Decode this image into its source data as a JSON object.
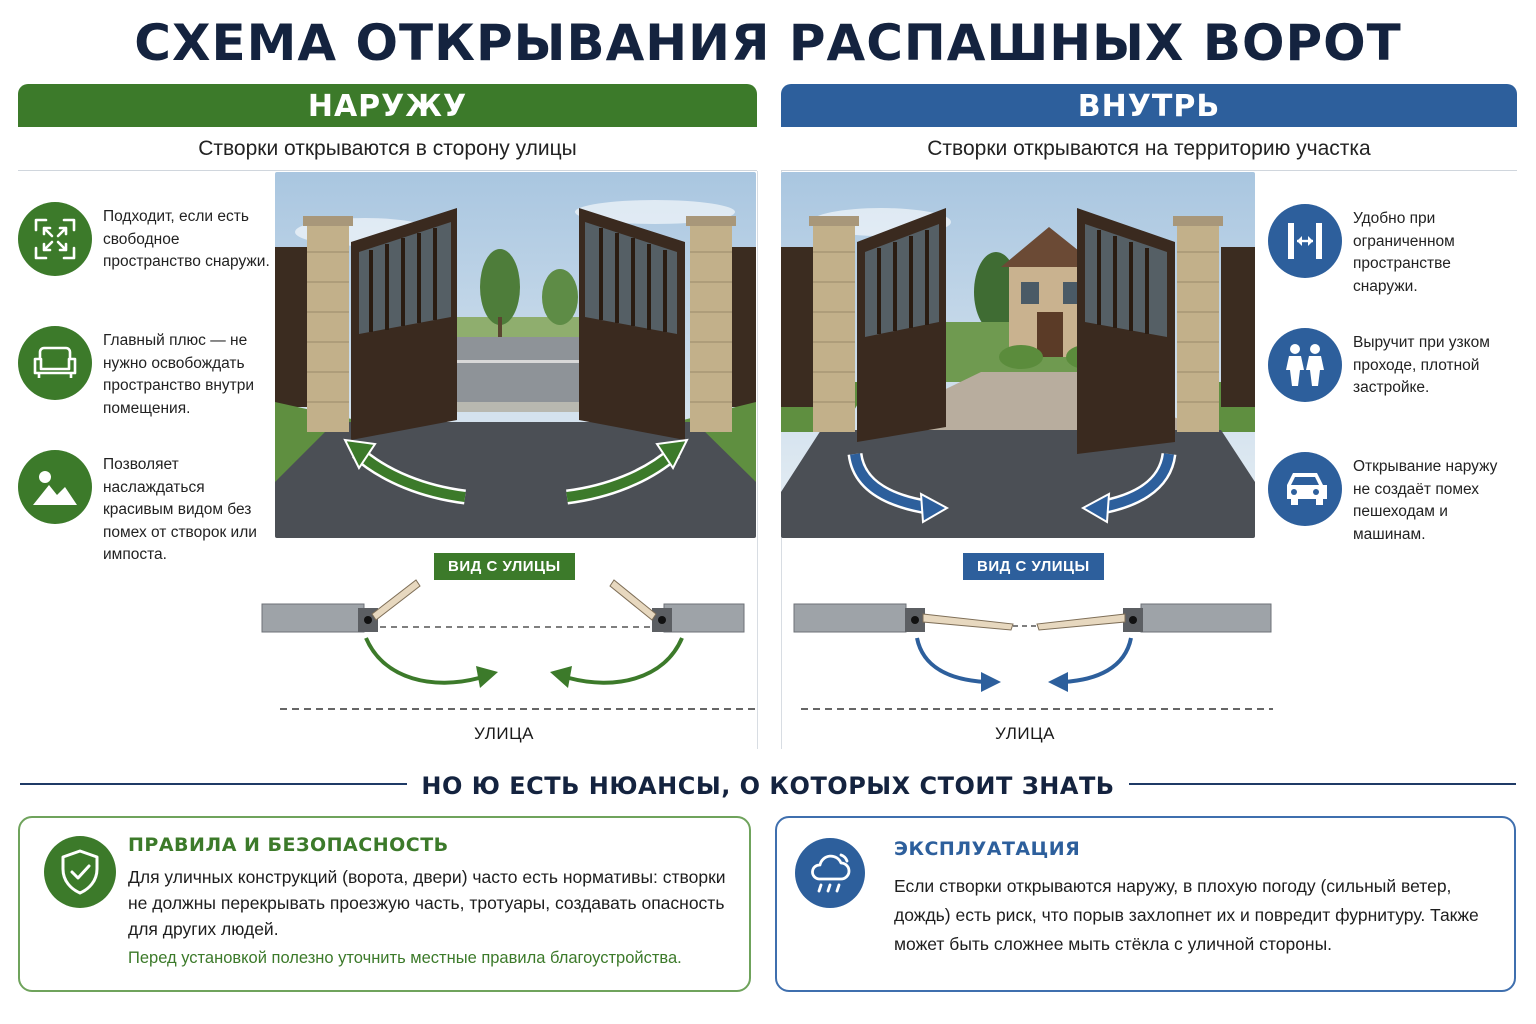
{
  "title": "СХЕМА ОТКРЫВАНИЯ РАСПАШНЫХ ВОРОТ",
  "outward": {
    "heading": "НАРУЖУ",
    "subtitle": "Створки открываются в сторону улицы",
    "accent": "#3c7a2a",
    "features": [
      {
        "icon": "expand-icon",
        "text": "Подходит, если есть свободное пространство снаружи."
      },
      {
        "icon": "sofa-icon",
        "text": "Главный плюс — не нужно освобождать пространство внутри помещения."
      },
      {
        "icon": "landscape-icon",
        "text": "Позволяет наслаждаться красивым видом без помех от створок или импоста."
      }
    ],
    "view_label": "ВИД С УЛИЦЫ",
    "street_label": "УЛИЦА"
  },
  "inward": {
    "heading": "ВНУТРЬ",
    "subtitle": "Створки открываются на территорию участка",
    "accent": "#2d5f9c",
    "features": [
      {
        "icon": "narrow-space-icon",
        "text": "Удобно при ограниченном пространстве снаружи."
      },
      {
        "icon": "people-icon",
        "text": "Выручит при узком проходе, плотной застройке."
      },
      {
        "icon": "car-icon",
        "text": "Открывание наружу не создаёт помех пешеходам и машинам."
      }
    ],
    "view_label": "ВИД С УЛИЦЫ",
    "street_label": "УЛИЦА"
  },
  "nuances": {
    "heading": "НО Ю ЕСТЬ НЮАНСЫ, О КОТОРЫХ СТОИТ ЗНАТЬ",
    "rules": {
      "icon": "shield-check-icon",
      "title": "ПРАВИЛА И БЕЗОПАСНОСТЬ",
      "text": "Для уличных конструкций (ворота, двери) часто есть нормативы: створки не должны перекрывать проезжую часть, тротуары, создавать опасность для других людей.",
      "note": "Перед установкой полезно уточнить местные правила благоустройства."
    },
    "operation": {
      "icon": "rain-cloud-icon",
      "title": "ЭКСПЛУАТАЦИЯ",
      "text": "Если створки открываются наружу, в плохую погоду (сильный ветер, дождь) есть риск, что порыв захлопнет их и повредит фурнитуру. Также может быть сложнее мыть стёкла с уличной стороны."
    }
  }
}
